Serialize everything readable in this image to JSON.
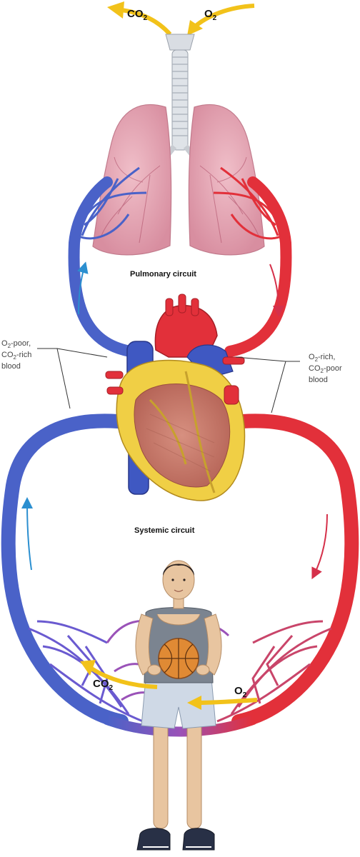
{
  "labels": {
    "pulmonary_circuit": "Pulmonary circuit",
    "systemic_circuit": "Systemic circuit",
    "o2_poor": {
      "line1": "O",
      "sub": "2",
      "line1_rest": "-poor,",
      "line2": "CO",
      "sub2": "2",
      "line2_rest": "-rich",
      "line3": "blood"
    },
    "o2_rich": {
      "line1": "O",
      "sub": "2",
      "line1_rest": "-rich,",
      "line2": "CO",
      "sub2": "2",
      "line2_rest": "-poor",
      "line3": "blood"
    }
  },
  "gases": {
    "co2_base": "CO",
    "co2_sub": "2",
    "o2_base": "O",
    "o2_sub": "2"
  },
  "colors": {
    "oxygen_poor": "#4a62c8",
    "oxygen_rich": "#e2303a",
    "capillary_mix": "#9a52b8",
    "arrow_flow": "#2b8fd0",
    "arrow_flow_red": "#d5304a",
    "gas_arrow": "#f2c21a",
    "lung": "#e7a6b4",
    "heart_yellow": "#f0cf45"
  }
}
